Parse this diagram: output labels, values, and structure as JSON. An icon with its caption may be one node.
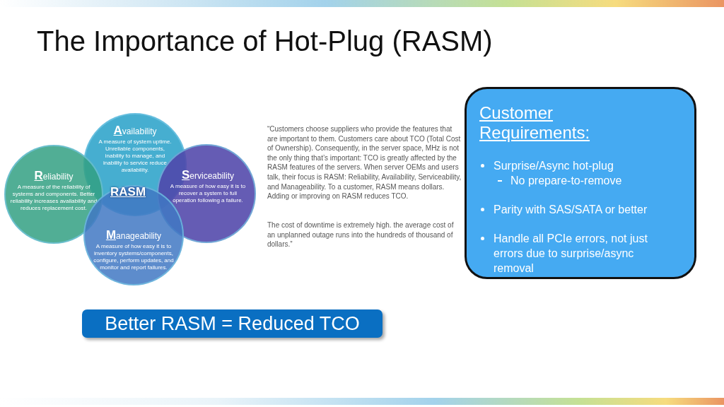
{
  "diagram": {
    "title": "The Importance of Hot-Plug (RASM)",
    "nodes": [
      {
        "text": [
          "Availability",
          "A measure of system uptime. Unreliable components, inability to manage, and inability to service reduce availability."
        ]
      },
      {
        "text": [
          "Reliability",
          "A measure of the reliability of systems and components.  Better reliability increases availability and reduces replacement cost."
        ]
      },
      {
        "text": [
          "Serviceability",
          "A measure of how easy it is to recover a system to full operation following a failure."
        ]
      },
      {
        "text": [
          "Manageability",
          "A measure of how easy it is to inventory systems/components, configure, perform updates, and monitor and report failures."
        ]
      },
      {
        "text": [
          "Customer Requirements:",
          "Surprise/Async hot-plug",
          "No prepare-to-remove",
          "Parity with SAS/SATA or better",
          "Handle all PCIe errors, not just errors due to surprise/async removal"
        ]
      },
      {
        "text": [
          "Better RASM = Reduced TCO"
        ]
      }
    ],
    "labels": [
      "RASM",
      "“Customers choose suppliers who provide the features that are important to them. Customers care about TCO (Total Cost of Ownership). Consequently, in the server space, MHz is not the only thing that’s important: TCO is greatly affected by the RASM features of the servers. When server OEMs and users talk, their focus is RASM: Reliability, Availability, Serviceability, and Manageability. To a customer, RASM means dollars. Adding or improving on RASM reduces TCO.",
      "The cost of downtime is extremely high. the average cost of an unplanned outage runs into the hundreds of thousand of dollars.”"
    ]
  }
}
